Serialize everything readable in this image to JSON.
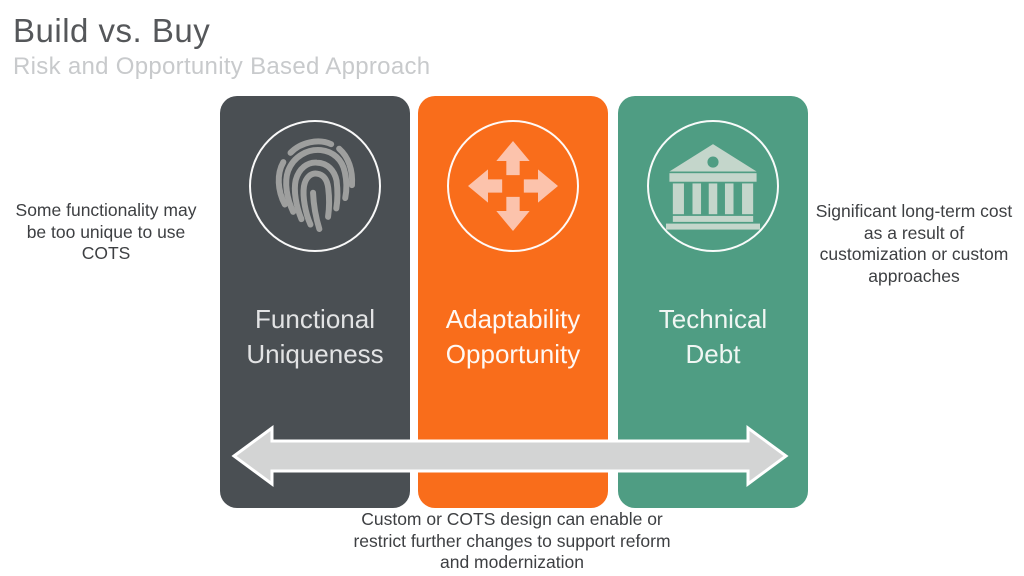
{
  "header": {
    "title": "Build vs. Buy",
    "subtitle": "Risk and Opportunity Based Approach"
  },
  "cards": [
    {
      "label_line1": "Functional",
      "label_line2": "Uniqueness",
      "icon": "fingerprint-icon",
      "color": "#4a4f53",
      "icon_color": "#9e9f9e",
      "label_color": "#e2e3e4"
    },
    {
      "label_line1": "Adaptability",
      "label_line2": "Opportunity",
      "icon": "move-arrows-icon",
      "color": "#f96d1b",
      "icon_color": "#fcc3ac",
      "label_color": "#fef8f4"
    },
    {
      "label_line1": "Technical",
      "label_line2": "Debt",
      "icon": "bank-icon",
      "color": "#4f9d83",
      "icon_color": "#c4d6cb",
      "label_color": "#f0f6f3"
    }
  ],
  "annotations": {
    "left": "Some functionality may be too unique to use COTS",
    "right": "Significant long-term cost as a result of customization or custom approaches",
    "bottom": "Custom or COTS design can enable or restrict further changes to support reform and modernization"
  },
  "arrow": {
    "name": "bidirectional-spectrum-arrow",
    "fill": "#d3d4d4",
    "outline": "#ffffff"
  },
  "text_colors": {
    "title": "#55575a",
    "subtitle": "#c8cacc",
    "annotation": "#3d3f42"
  }
}
